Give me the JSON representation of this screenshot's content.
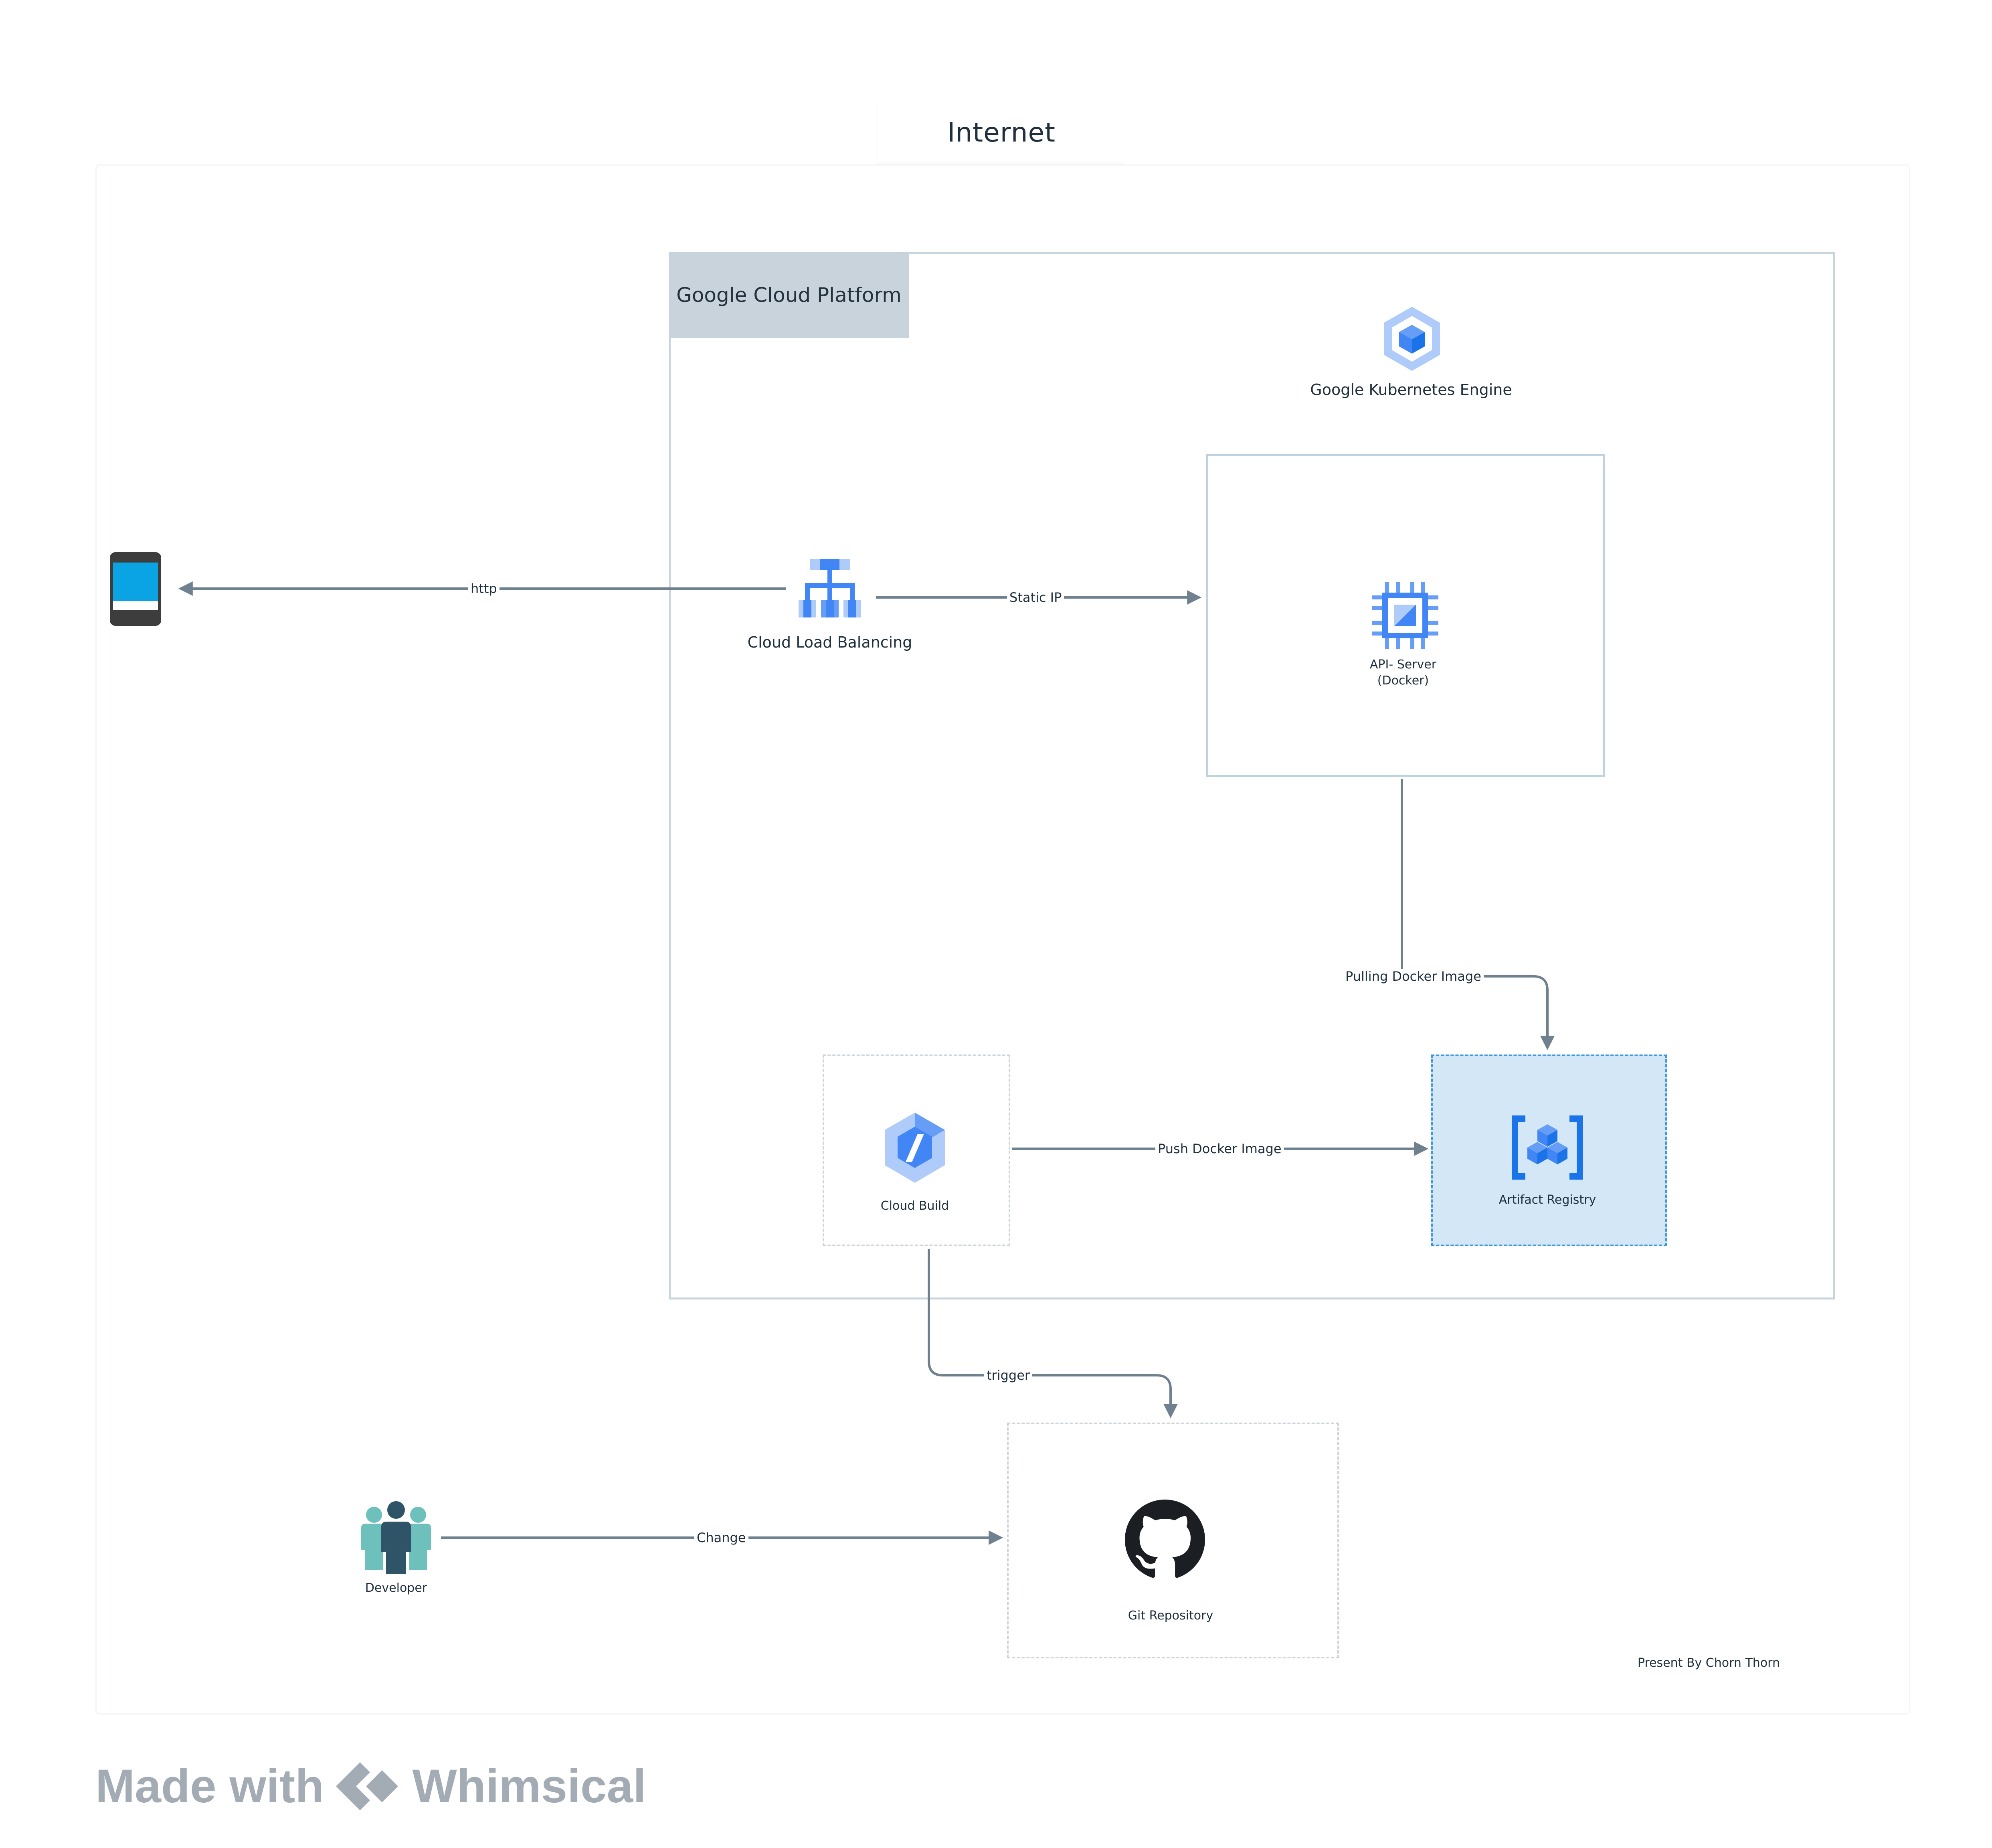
{
  "title": "Internet",
  "platform_label": "Google Cloud Platform",
  "nodes": {
    "gke": "Google Kubernetes Engine",
    "load_balancer": "Cloud Load Balancing",
    "api_server_line1": "API- Server",
    "api_server_line2": "(Docker)",
    "cloud_build": "Cloud Build",
    "artifact_registry": "Artifact Registry",
    "git_repository": "Git Repository",
    "developer": "Developer"
  },
  "edges": {
    "http": "http",
    "static_ip": "Static IP",
    "pulling": "Pulling Docker Image",
    "push": "Push Docker Image",
    "trigger": "trigger",
    "change": "Change"
  },
  "credit": "Present By Chorn Thorn",
  "footer": {
    "made_with": "Made with",
    "brand": "Whimsical"
  },
  "colors": {
    "edge": "#6f808f",
    "gcp_blue": "#4285f4",
    "gcp_light_blue": "#aecbfa",
    "registry_fill": "#d3e7f7"
  }
}
